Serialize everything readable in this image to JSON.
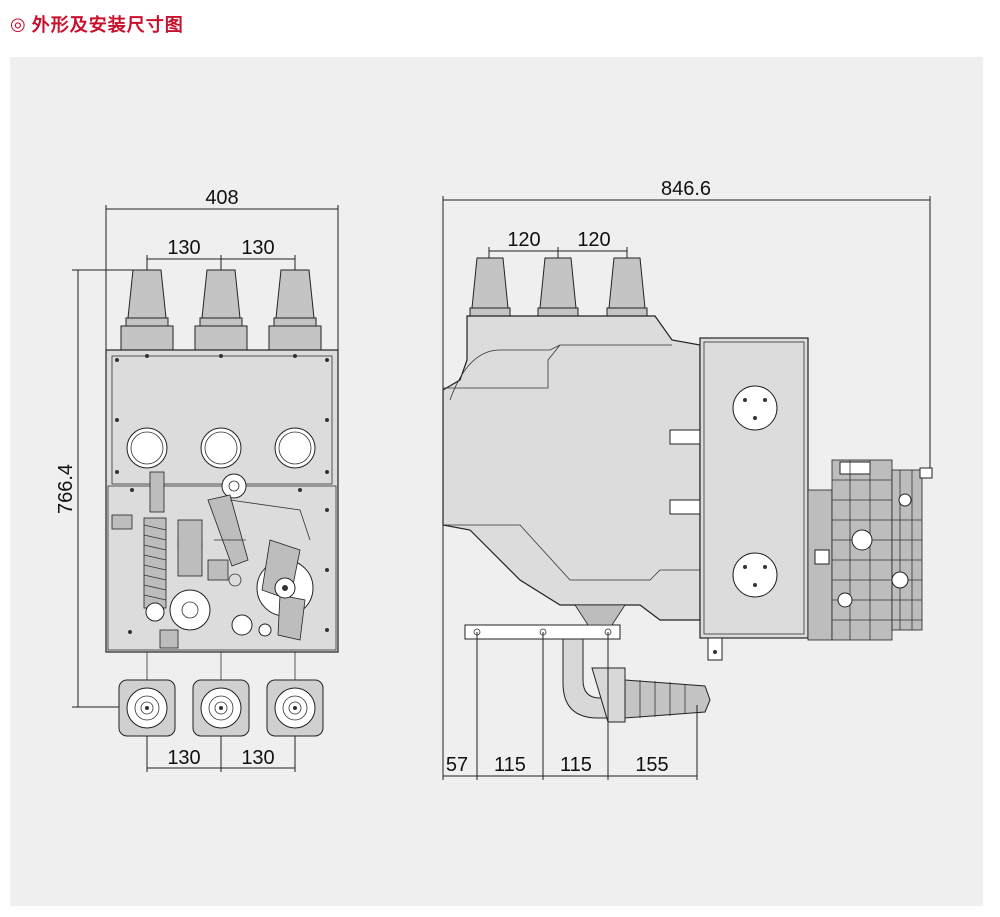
{
  "header": {
    "bullet_icon": "double-circle-icon",
    "title": "外形及安装尺寸图"
  },
  "front_view": {
    "width": "408",
    "top_spacing_1": "130",
    "top_spacing_2": "130",
    "height": "766.4",
    "bottom_spacing_1": "130",
    "bottom_spacing_2": "130"
  },
  "side_view": {
    "overall_length": "846.6",
    "top_spacing_1": "120",
    "top_spacing_2": "120",
    "bottom_1": "57",
    "bottom_2": "115",
    "bottom_3": "115",
    "bottom_4": "155"
  },
  "colors": {
    "accent": "#c8102e",
    "panel_bg": "#efefef",
    "line": "#222222",
    "body_fill": "#dcdcdc"
  }
}
